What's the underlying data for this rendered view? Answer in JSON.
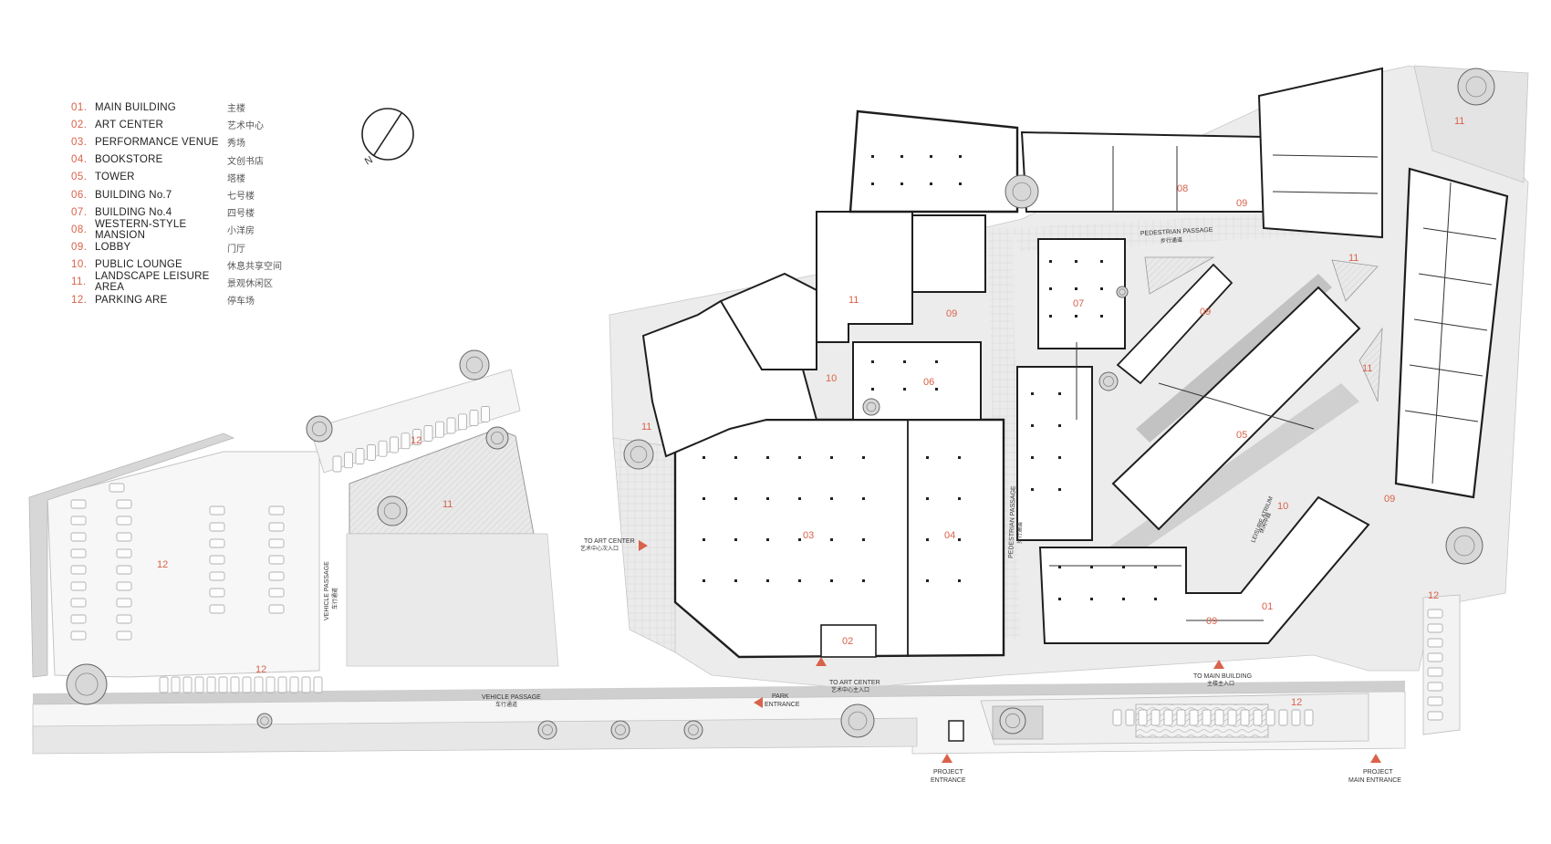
{
  "legend": [
    {
      "num": "01.",
      "en": "MAIN BUILDING",
      "cn": "主楼"
    },
    {
      "num": "02.",
      "en": "ART CENTER",
      "cn": "艺术中心"
    },
    {
      "num": "03.",
      "en": "PERFORMANCE VENUE",
      "cn": "秀场"
    },
    {
      "num": "04.",
      "en": "BOOKSTORE",
      "cn": "文创书店"
    },
    {
      "num": "05.",
      "en": "TOWER",
      "cn": "塔楼"
    },
    {
      "num": "06.",
      "en": "BUILDING No.7",
      "cn": "七号楼"
    },
    {
      "num": "07.",
      "en": "BUILDING No.4",
      "cn": "四号楼"
    },
    {
      "num": "08.",
      "en": "WESTERN-STYLE  MANSION",
      "cn": "小洋房"
    },
    {
      "num": "09.",
      "en": "LOBBY",
      "cn": "门厅"
    },
    {
      "num": "10.",
      "en": "PUBLIC LOUNGE",
      "cn": "休息共享空间"
    },
    {
      "num": "11.",
      "en": "LANDSCAPE LEISURE AREA",
      "cn": "景观休闲区"
    },
    {
      "num": "12.",
      "en": "PARKING ARE",
      "cn": "停车场"
    }
  ],
  "north_arrow": {
    "letter": "N"
  },
  "labels": {
    "pedestrian_passage_top_en": "PEDESTRIAN PASSAGE",
    "pedestrian_passage_top_cn": "步行通道",
    "pedestrian_passage_side_en": "PEDESTRIAN PASSAGE",
    "pedestrian_passage_side_cn": "步行通道",
    "vehicle_passage_side_en": "VEHICLE PASSAGE",
    "vehicle_passage_side_cn": "车行通道",
    "vehicle_passage_road_en": "VEHICLE PASSAGE",
    "vehicle_passage_road_cn": "车行通道",
    "leisure_atrium_en": "LEISURE ATRIUM",
    "leisure_atrium_cn": "休闲中庭",
    "to_art_center_left_en": "TO ART CENTER",
    "to_art_center_left_cn": "艺术中心次入口",
    "to_art_center_main_en": "TO ART CENTER",
    "to_art_center_main_cn": "艺术中心主入口",
    "to_main_building_en": "TO MAIN BUILDING",
    "to_main_building_cn": "主楼主入口",
    "park_entrance_1": "PARK",
    "park_entrance_2": "ENTRANCE",
    "project_entrance_1": "PROJECT",
    "project_entrance_2": "ENTRANCE",
    "project_main_entrance_1": "PROJECT",
    "project_main_entrance_2": "MAIN ENTRANCE"
  },
  "zone_numbers": {
    "z01": "01",
    "z02": "02",
    "z03": "03",
    "z04": "04",
    "z05": "05",
    "z06": "06",
    "z07": "07",
    "z08": "08",
    "z09a": "09",
    "z09b": "09",
    "z09c": "09",
    "z09d": "09",
    "z09e": "09",
    "z10a": "10",
    "z10b": "10",
    "z11a": "11",
    "z11b": "11",
    "z11c": "11",
    "z11d": "11",
    "z11e": "11",
    "z11f": "11",
    "z12a": "12",
    "z12b": "12",
    "z12c": "12",
    "z12d": "12",
    "z12e": "12"
  },
  "colors": {
    "accent": "#d9624a",
    "wall": "#222222",
    "ground": "#e6e6e6"
  }
}
